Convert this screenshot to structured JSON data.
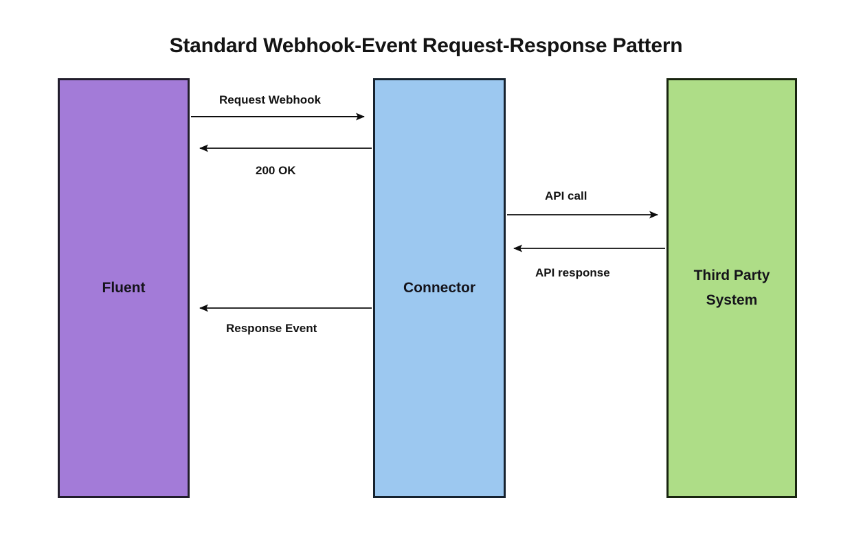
{
  "diagram": {
    "title": "Standard Webhook-Event Request-Response Pattern",
    "type": "sequence-diagram",
    "background_color": "#ffffff",
    "participants": [
      {
        "id": "fluent",
        "label": "Fluent",
        "fill_color": "#a37bd8",
        "border_color": "#211d2b"
      },
      {
        "id": "connector",
        "label": "Connector",
        "fill_color": "#9cc8f0",
        "border_color": "#16222e"
      },
      {
        "id": "third-party",
        "label": "Third Party\nSystem",
        "fill_color": "#aedd87",
        "border_color": "#18240f"
      }
    ],
    "messages": [
      {
        "id": "request-webhook",
        "label": "Request Webhook",
        "from": "fluent",
        "to": "connector",
        "direction": "right",
        "label_position": "above"
      },
      {
        "id": "200-ok",
        "label": "200 OK",
        "from": "connector",
        "to": "fluent",
        "direction": "left",
        "label_position": "below"
      },
      {
        "id": "api-call",
        "label": "API call",
        "from": "connector",
        "to": "third-party",
        "direction": "right",
        "label_position": "above"
      },
      {
        "id": "api-response",
        "label": "API response",
        "from": "third-party",
        "to": "connector",
        "direction": "left",
        "label_position": "below"
      },
      {
        "id": "response-event",
        "label": "Response Event",
        "from": "connector",
        "to": "fluent",
        "direction": "left",
        "label_position": "below"
      }
    ]
  }
}
